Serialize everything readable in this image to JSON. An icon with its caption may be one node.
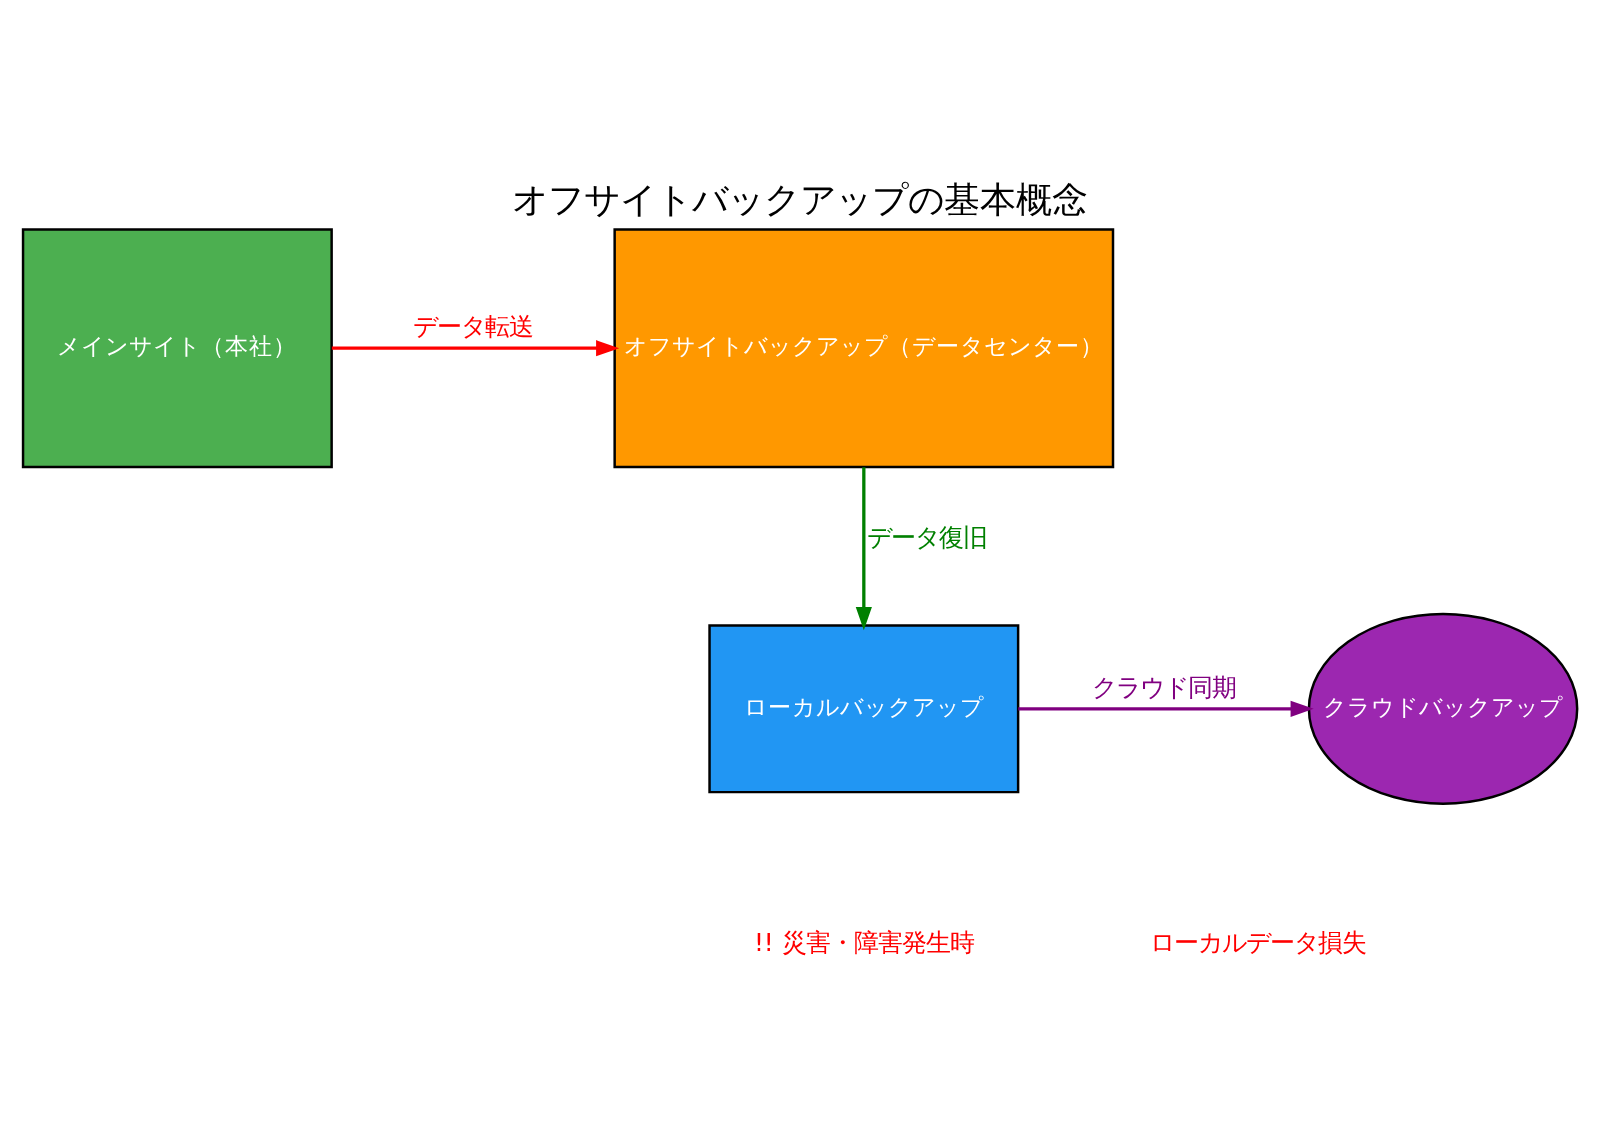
{
  "diagram": {
    "title": "オフサイトバックアップの基本概念",
    "nodes": [
      {
        "text": [
          "メインサイト（本社）"
        ]
      },
      {
        "text": [
          "オフサイトバックアップ（データセンター）"
        ]
      },
      {
        "text": [
          "ローカルバックアップ"
        ]
      },
      {
        "text": [
          "クラウドバックアップ"
        ]
      }
    ],
    "edges": [
      {
        "from": 0,
        "to": 1,
        "arrow": "to",
        "label": "データ転送",
        "color": "#ff0000"
      },
      {
        "from": 1,
        "to": 2,
        "arrow": "to",
        "label": "データ復旧",
        "color": "#008000"
      },
      {
        "from": 2,
        "to": 3,
        "arrow": "to",
        "label": "クラウド同期",
        "color": "#800080"
      }
    ],
    "labels": [
      "!! 災害・障害発生時",
      "ローカルデータ損失"
    ]
  }
}
